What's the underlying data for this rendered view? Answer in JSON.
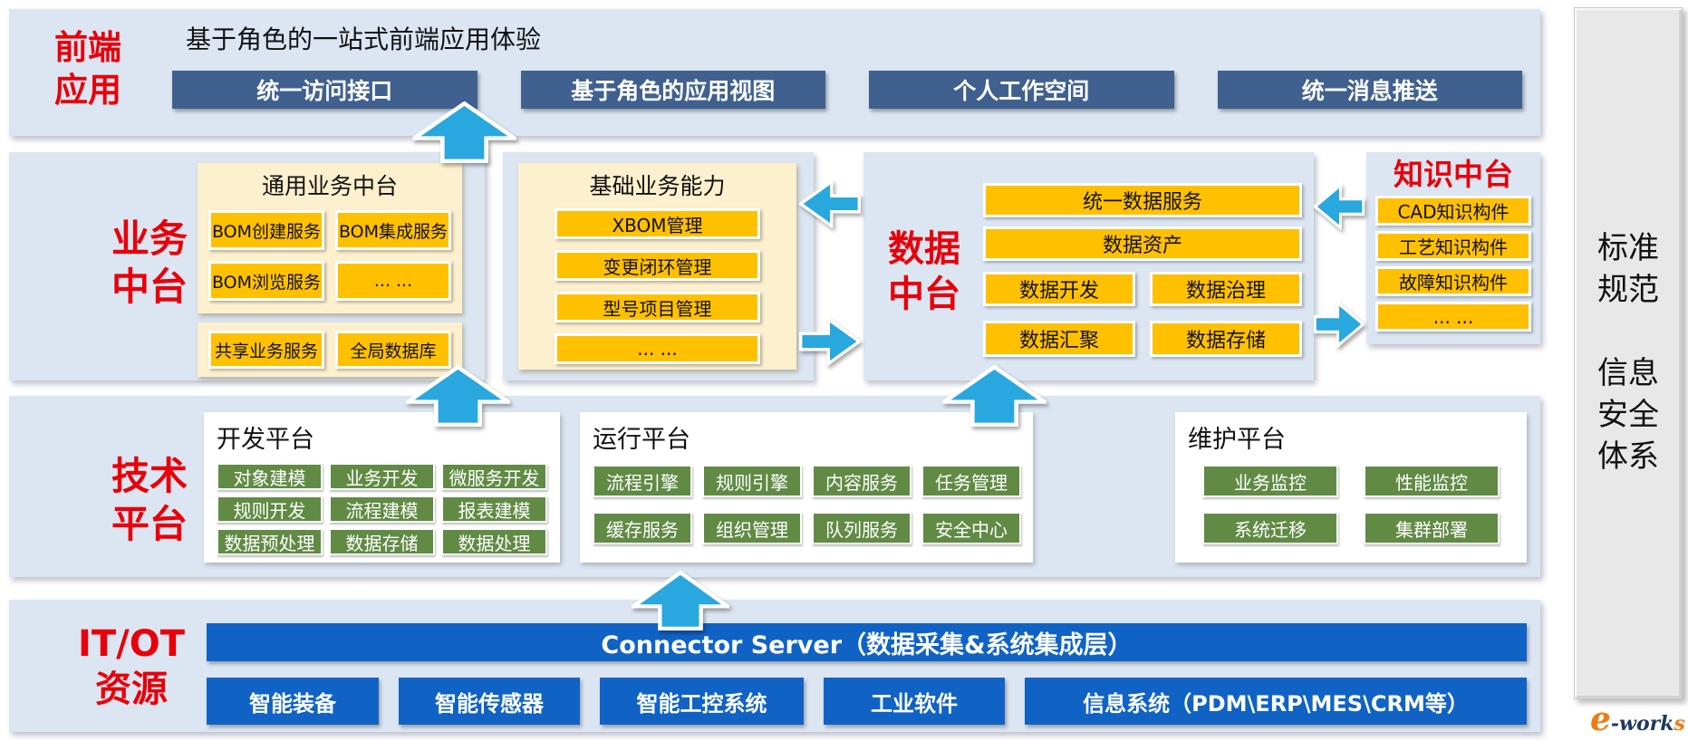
{
  "frontend": {
    "label": "前端\n应用",
    "title": "基于角色的一站式前端应用体验",
    "banners": [
      "统一访问接口",
      "基于角色的应用视图",
      "个人工作空间",
      "统一消息推送"
    ]
  },
  "business": {
    "label": "业务\n中台",
    "general": {
      "title": "通用业务中台",
      "chips": [
        "BOM创建服务",
        "BOM集成服务",
        "BOM浏览服务",
        "... ..."
      ]
    },
    "shared": {
      "chips": [
        "共享业务服务",
        "全局数据库"
      ]
    },
    "basic": {
      "title": "基础业务能力",
      "chips": [
        "XBOM管理",
        "变更闭环管理",
        "型号项目管理",
        "... ..."
      ]
    }
  },
  "dataplatform": {
    "label": "数据\n中台",
    "wide": [
      "统一数据服务",
      "数据资产"
    ],
    "grid": [
      "数据开发",
      "数据治理",
      "数据汇聚",
      "数据存储"
    ]
  },
  "knowledge": {
    "title": "知识中台",
    "chips": [
      "CAD知识构件",
      "工艺知识构件",
      "故障知识构件",
      "... ..."
    ]
  },
  "tech": {
    "label": "技术\n平台",
    "dev": {
      "title": "开发平台",
      "chips": [
        "对象建模",
        "业务开发",
        "微服务开发",
        "规则开发",
        "流程建模",
        "报表建模",
        "数据预处理",
        "数据存储",
        "数据处理"
      ]
    },
    "run": {
      "title": "运行平台",
      "chips": [
        "流程引擎",
        "规则引擎",
        "内容服务",
        "任务管理",
        "缓存服务",
        "组织管理",
        "队列服务",
        "安全中心"
      ]
    },
    "maintain": {
      "title": "维护平台",
      "chips": [
        "业务监控",
        "性能监控",
        "系统迁移",
        "集群部署"
      ]
    }
  },
  "itot": {
    "label": "IT/OT\n资源",
    "connector": "Connector Server（数据采集&系统集成层）",
    "chips": [
      "智能装备",
      "智能传感器",
      "智能工控系统",
      "工业软件",
      "信息系统（PDM\\ERP\\MES\\CRM等）"
    ]
  },
  "sidebar": {
    "text": "标准\n规范\n\n信息\n安全\n体系"
  },
  "watermark": {
    "e": "e",
    "work": "-work",
    "s": "s"
  },
  "colors": {
    "panel_blue": "#dce6f2",
    "banner_blue": "#40618f",
    "gold": "#ffc000",
    "cream": "#fdf0ce",
    "green": "#618b45",
    "it_blue": "#1063c5",
    "arrow_blue": "#29a7df",
    "label_red": "#e8000a",
    "sidebar_gray": "#e8e8e8"
  }
}
